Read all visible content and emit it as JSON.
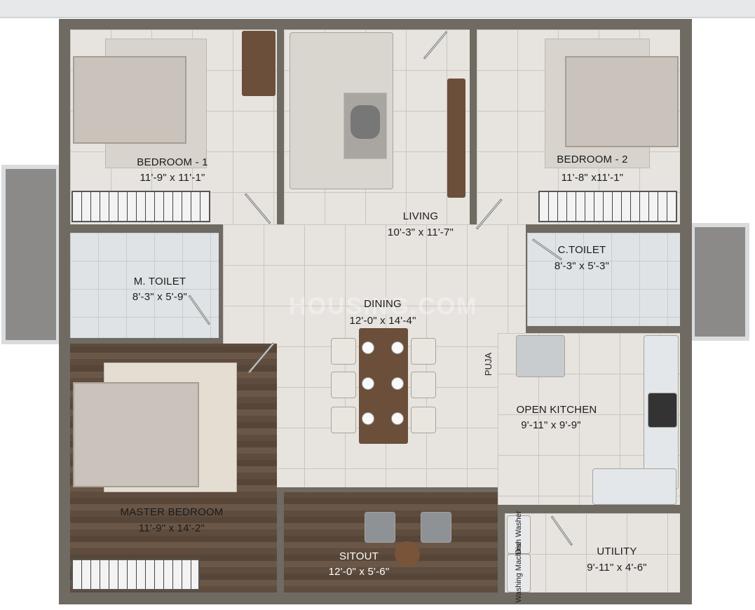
{
  "rooms": {
    "bedroom1": {
      "name": "BEDROOM - 1",
      "size": "11'-9\" x 11'-1\""
    },
    "bedroom2": {
      "name": "BEDROOM - 2",
      "size": "11'-8\" x11'-1\""
    },
    "living": {
      "name": "LIVING",
      "size": "10'-3\" x 11'-7\""
    },
    "m_toilet": {
      "name": "M. TOILET",
      "size": "8'-3\" x 5'-9\""
    },
    "c_toilet": {
      "name": "C.TOILET",
      "size": "8'-3\" x 5'-3\""
    },
    "dining": {
      "name": "DINING",
      "size": "12'-0\" x 14'-4\""
    },
    "puja": {
      "name": "PUJA"
    },
    "open_kitchen": {
      "name": "OPEN KITCHEN",
      "size": "9'-11\" x 9'-9\""
    },
    "master_bedroom": {
      "name": "MASTER BEDROOM",
      "size": "11'-9\" x 14'-2\""
    },
    "sitout": {
      "name": "SITOUT",
      "size": "12'-0\" x 5'-6\""
    },
    "utility": {
      "name": "UTILITY",
      "size": "9'-11\" x 4'-6\""
    }
  },
  "appliances": {
    "dish_washer": "Dish Washer",
    "washing_machine": "Washing Machine"
  },
  "watermark": "HOUSING.COM",
  "colors": {
    "wall": "#6f6a62",
    "tile_floor": "#e7e4df",
    "wood_floor": "#5e4c3e",
    "bath_floor": "#dfe3e5"
  }
}
